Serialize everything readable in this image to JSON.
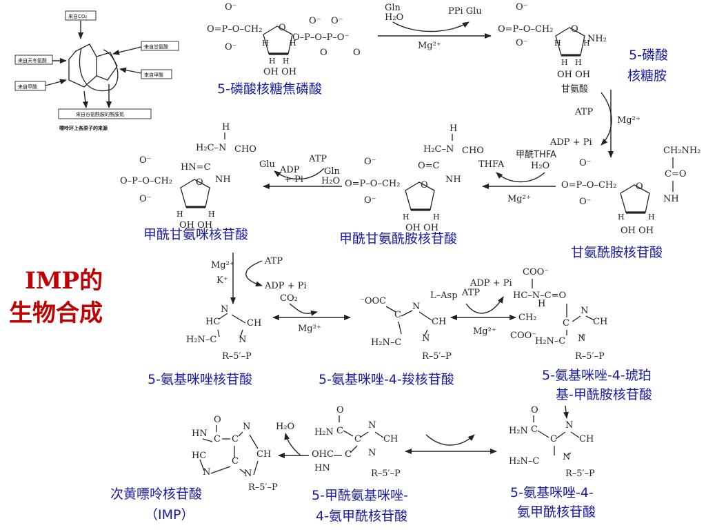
{
  "title": {
    "line1": "IMP的",
    "line2": "生物合成"
  },
  "purine_sources": {
    "caption": "嘌呤环上各原子的来源",
    "co2": "来自CO₂",
    "gly": "来自甘氨酸",
    "asp": "来自天冬氨酸",
    "formyl_left": "来自甲酸",
    "formyl_right": "来自甲酸",
    "gln": "来自谷氨酰胺的酰胺氮"
  },
  "compounds": {
    "prpp": "5-磷酸核糖焦磷酸",
    "pra_l1": "5-磷酸",
    "pra_l2": "核糖胺",
    "gar": "甘氨酰胺核苷酸",
    "fgar": "甲酰甘氨酰胺核苷酸",
    "fgam": "甲酰甘氨咪核苷酸",
    "air": "5-氨基咪唑核苷酸",
    "cair": "5-氨基咪唑-4-羧核苷酸",
    "saicar_l1": "5-氨基咪唑-4-琥珀",
    "saicar_l2": "基-甲酰胺核苷酸",
    "aicar_l1": "5-氨基咪唑-4-",
    "aicar_l2": "氨甲酰核苷酸",
    "faicar_l1": "5-甲酰氨基咪唑-",
    "faicar_l2": "4-氨甲酰核苷酸",
    "imp_l1": "次黄嘌呤核苷酸",
    "imp_l2": "（IMP）"
  },
  "reagents": {
    "gln": "Gln",
    "h2o": "H₂O",
    "ppi_glu": "PPi  Glu",
    "mg": "Mg²⁺",
    "glycine": "甘氨酸",
    "atp": "ATP",
    "adp_pi": "ADP + Pi",
    "formyl_thfa": "甲酰THFA",
    "thfa": "THFA",
    "glu": "Glu",
    "k": "K⁺",
    "co2": "CO₂",
    "lasp": "L–Asp"
  }
}
